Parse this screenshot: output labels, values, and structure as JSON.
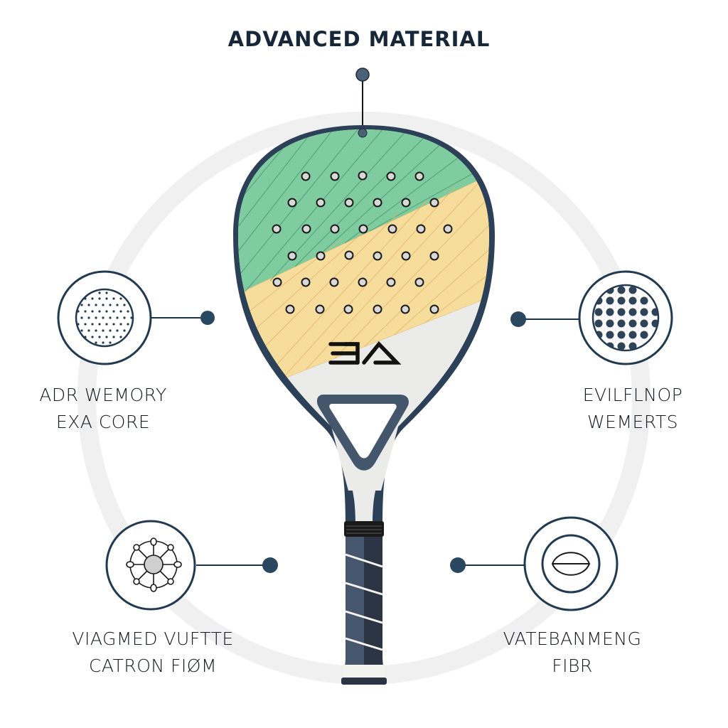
{
  "title": "ADVANCED MATERIAL",
  "colors": {
    "navy": "#2c4157",
    "dark_text": "#16273a",
    "connector_dot": "#2e4a64",
    "face_green": "#7fcca0",
    "face_yellow": "#f6dd9c",
    "face_white": "#ebebea",
    "handle": "#3f4e62",
    "background_ring": "#efefef"
  },
  "racket": {
    "logo": "ƎΛ",
    "hole_rows": [
      5,
      6,
      7,
      6,
      6,
      6
    ]
  },
  "callouts": [
    {
      "id": "top-left",
      "icon": "dotted-foam-icon",
      "lines": [
        "ADR WEMORY",
        "EXA CORE"
      ]
    },
    {
      "id": "top-right",
      "icon": "dot-grid-icon",
      "lines": [
        "EVILFLNOP",
        "WEMERTS"
      ]
    },
    {
      "id": "bottom-left",
      "icon": "molecule-network-icon",
      "lines": [
        "VIAGMED VUFTTE",
        "CATRON FIØM"
      ]
    },
    {
      "id": "bottom-right",
      "icon": "fiber-lens-icon",
      "lines": [
        "VATEBANMENG",
        "FIBR"
      ]
    }
  ]
}
